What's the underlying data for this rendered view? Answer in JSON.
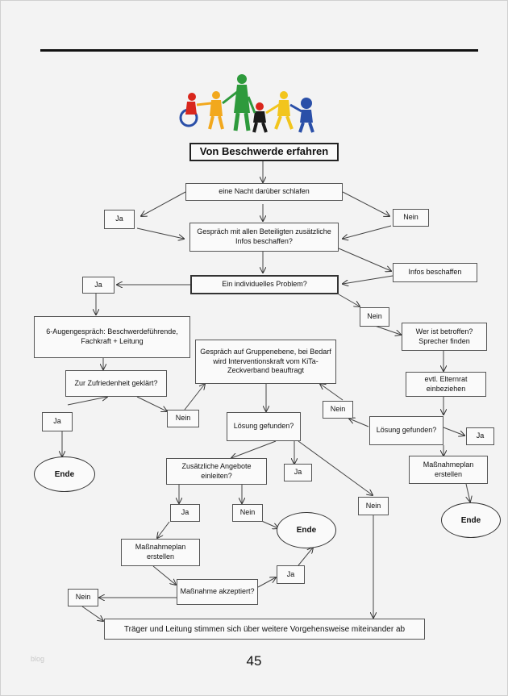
{
  "nodes": {
    "von_beschwerde": "Von Beschwerde erfahren",
    "eine_nacht": "eine Nacht darüber schlafen",
    "ja_1": "Ja",
    "nein_1": "Nein",
    "gespraech_alle": "Gespräch mit allen Beteiligten zusätzliche Infos beschaffen?",
    "infos_beschaffen": "Infos beschaffen",
    "individuelles": "Ein individuelles Problem?",
    "ja_2": "Ja",
    "vier_augen": "6-Augengespräch: Beschwerdeführende, Fachkraft + Leitung",
    "nein_2": "Nein",
    "wer_betroffen": "Wer ist betroffen? Sprecher finden",
    "gruppenebene": "Gespräch auf Gruppenebene, bei Bedarf wird Interventionskraft vom KiTa-Zeckverband beauftragt",
    "zufriedenheit": "Zur Zufriedenheit geklärt?",
    "elternrat": "evtl. Elternrat einbeziehen",
    "ja_3": "Ja",
    "nein_3": "Nein",
    "nein_4": "Nein",
    "loesung_1": "Lösung gefunden?",
    "loesung_2": "Lösung gefunden?",
    "ja_4": "Ja",
    "ende_1": "Ende",
    "massnahmeplan_r": "Maßnahmeplan erstellen",
    "zusaetzliche": "Zusätzliche Angebote einleiten?",
    "ja_5": "Ja",
    "ende_3": "Ende",
    "ja_6": "Ja",
    "nein_5": "Nein",
    "nein_6": "Nein",
    "ende_2": "Ende",
    "massnahmeplan_l": "Maßnahmeplan erstellen",
    "massnahme_akz": "Maßnahme akzeptiert?",
    "ja_7": "Ja",
    "nein_7": "Nein",
    "traeger": "Träger und Leitung stimmen sich über weitere Vorgehensweise miteinander ab"
  },
  "page_number": "45",
  "watermark": "blog",
  "colors": {
    "ink": "#222222",
    "box_fill": "#fafafa",
    "page": "#f3f3f3"
  }
}
